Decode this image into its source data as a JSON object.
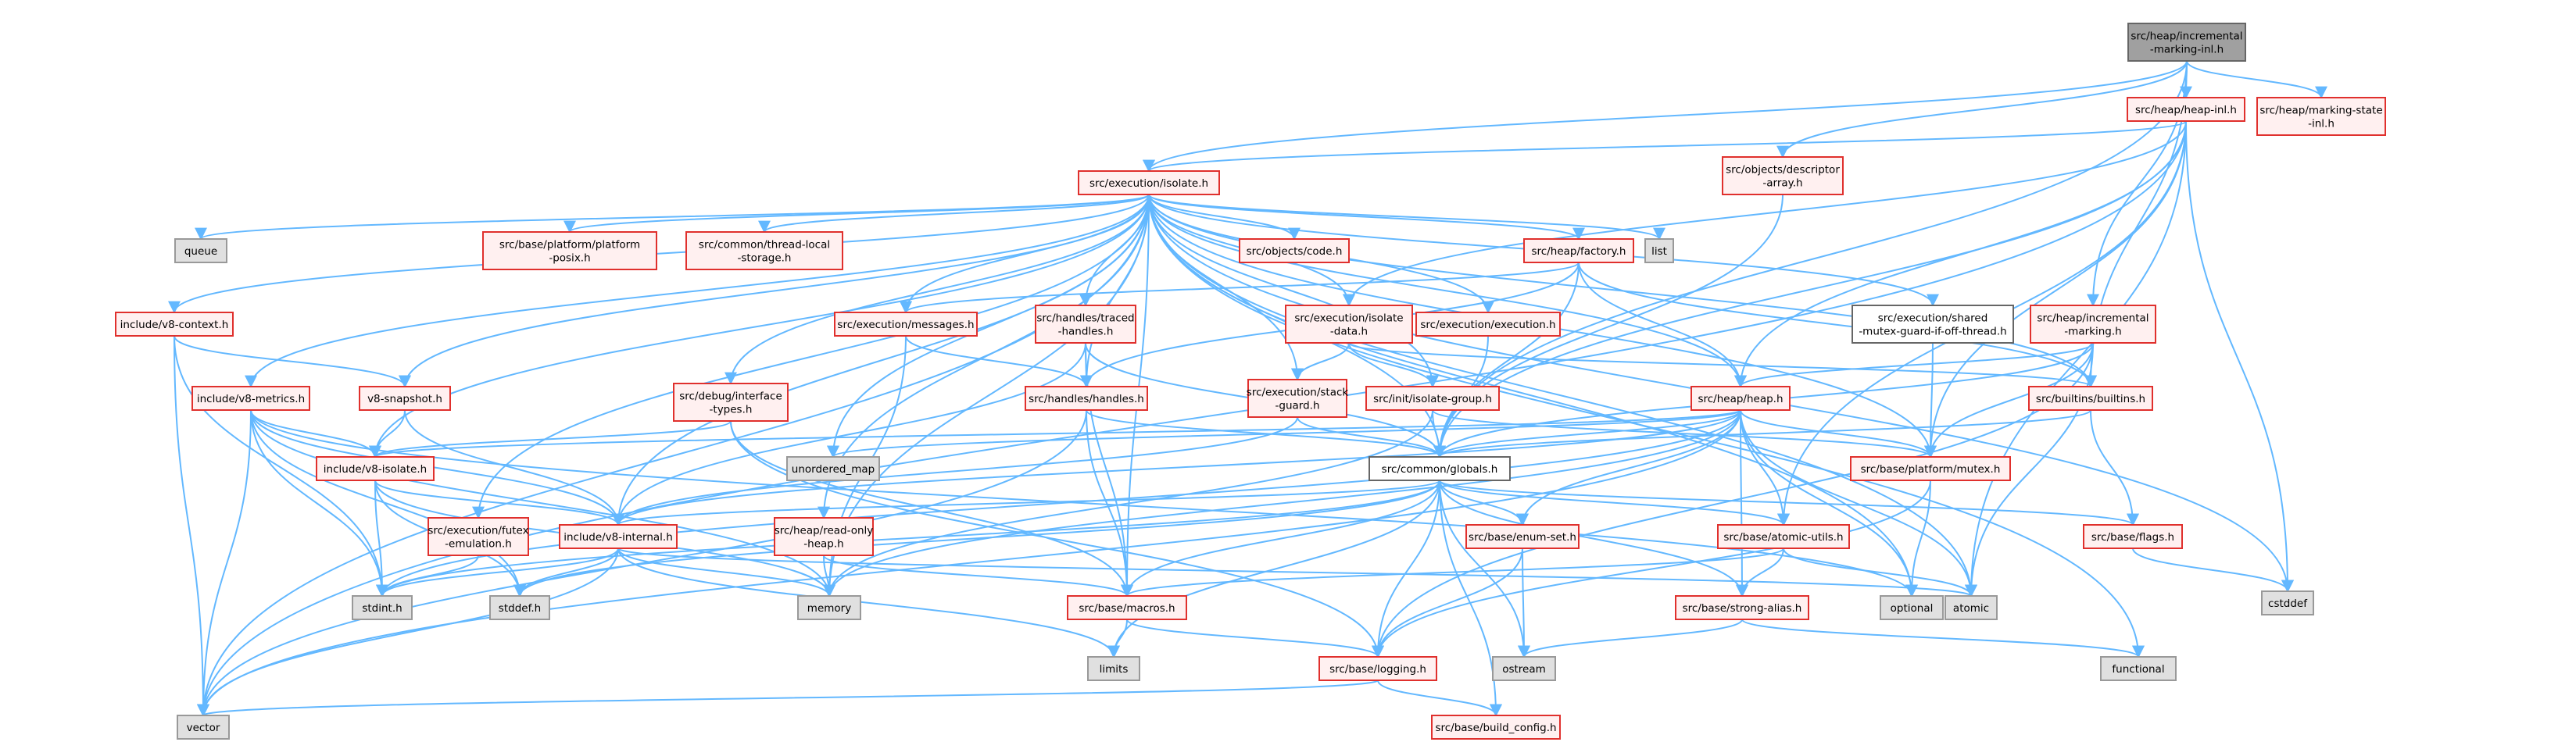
{
  "colors": {
    "edge": "#63b8ff",
    "red_border": "#e0302d",
    "red_fill": "#fff0f0",
    "gray_fill": "#e0e0e0",
    "root_fill": "#a0a0a0"
  },
  "nodes": [
    {
      "id": "root",
      "lines": [
        "src/heap/incremental",
        "-marking-inl.h"
      ],
      "style": "root"
    },
    {
      "id": "heap_inl",
      "lines": [
        "src/heap/heap-inl.h"
      ],
      "style": "red"
    },
    {
      "id": "marking_state",
      "lines": [
        "src/heap/marking-state",
        "-inl.h"
      ],
      "style": "red"
    },
    {
      "id": "descriptor_array",
      "lines": [
        "src/objects/descriptor",
        "-array.h"
      ],
      "style": "red"
    },
    {
      "id": "isolate",
      "lines": [
        "src/execution/isolate.h"
      ],
      "style": "red"
    },
    {
      "id": "queue",
      "lines": [
        "queue"
      ],
      "style": "gray"
    },
    {
      "id": "platform_posix",
      "lines": [
        "src/base/platform/platform",
        "-posix.h"
      ],
      "style": "red"
    },
    {
      "id": "thread_local",
      "lines": [
        "src/common/thread-local",
        "-storage.h"
      ],
      "style": "red"
    },
    {
      "id": "code",
      "lines": [
        "src/objects/code.h"
      ],
      "style": "red"
    },
    {
      "id": "factory",
      "lines": [
        "src/heap/factory.h"
      ],
      "style": "red"
    },
    {
      "id": "list",
      "lines": [
        "list"
      ],
      "style": "gray"
    },
    {
      "id": "v8_context",
      "lines": [
        "include/v8-context.h"
      ],
      "style": "red"
    },
    {
      "id": "v8_metrics",
      "lines": [
        "include/v8-metrics.h"
      ],
      "style": "red"
    },
    {
      "id": "v8_snapshot",
      "lines": [
        "v8-snapshot.h"
      ],
      "style": "red"
    },
    {
      "id": "debug_interface",
      "lines": [
        "src/debug/interface",
        "-types.h"
      ],
      "style": "red"
    },
    {
      "id": "messages",
      "lines": [
        "src/execution/messages.h"
      ],
      "style": "red"
    },
    {
      "id": "traced_handles",
      "lines": [
        "src/handles/traced",
        "-handles.h"
      ],
      "style": "red"
    },
    {
      "id": "isolate_data",
      "lines": [
        "src/execution/isolate",
        "-data.h"
      ],
      "style": "red"
    },
    {
      "id": "execution",
      "lines": [
        "src/execution/execution.h"
      ],
      "style": "red"
    },
    {
      "id": "shared_mutex",
      "lines": [
        "src/execution/shared",
        "-mutex-guard-if-off-thread.h"
      ],
      "style": "white"
    },
    {
      "id": "incremental_marking",
      "lines": [
        "src/heap/incremental",
        "-marking.h"
      ],
      "style": "red"
    },
    {
      "id": "handles",
      "lines": [
        "src/handles/handles.h"
      ],
      "style": "red"
    },
    {
      "id": "stack_guard",
      "lines": [
        "src/execution/stack",
        "-guard.h"
      ],
      "style": "red"
    },
    {
      "id": "isolate_group",
      "lines": [
        "src/init/isolate-group.h"
      ],
      "style": "red"
    },
    {
      "id": "heap",
      "lines": [
        "src/heap/heap.h"
      ],
      "style": "red"
    },
    {
      "id": "builtins",
      "lines": [
        "src/builtins/builtins.h"
      ],
      "style": "red"
    },
    {
      "id": "v8_isolate",
      "lines": [
        "include/v8-isolate.h"
      ],
      "style": "red"
    },
    {
      "id": "unordered_map",
      "lines": [
        "unordered_map"
      ],
      "style": "gray"
    },
    {
      "id": "globals",
      "lines": [
        "src/common/globals.h"
      ],
      "style": "white"
    },
    {
      "id": "mutex",
      "lines": [
        "src/base/platform/mutex.h"
      ],
      "style": "red"
    },
    {
      "id": "futex",
      "lines": [
        "src/execution/futex",
        "-emulation.h"
      ],
      "style": "red"
    },
    {
      "id": "v8_internal",
      "lines": [
        "include/v8-internal.h"
      ],
      "style": "red"
    },
    {
      "id": "read_only_heap",
      "lines": [
        "src/heap/read-only",
        "-heap.h"
      ],
      "style": "red"
    },
    {
      "id": "enum_set",
      "lines": [
        "src/base/enum-set.h"
      ],
      "style": "red"
    },
    {
      "id": "atomic_utils",
      "lines": [
        "src/base/atomic-utils.h"
      ],
      "style": "red"
    },
    {
      "id": "flags",
      "lines": [
        "src/base/flags.h"
      ],
      "style": "red"
    },
    {
      "id": "stdint",
      "lines": [
        "stdint.h"
      ],
      "style": "gray"
    },
    {
      "id": "stddef",
      "lines": [
        "stddef.h"
      ],
      "style": "gray"
    },
    {
      "id": "memory",
      "lines": [
        "memory"
      ],
      "style": "gray"
    },
    {
      "id": "macros",
      "lines": [
        "src/base/macros.h"
      ],
      "style": "red"
    },
    {
      "id": "optional",
      "lines": [
        "optional"
      ],
      "style": "gray"
    },
    {
      "id": "atomic",
      "lines": [
        "atomic"
      ],
      "style": "gray"
    },
    {
      "id": "cstddef",
      "lines": [
        "cstddef"
      ],
      "style": "gray"
    },
    {
      "id": "strong_alias",
      "lines": [
        "src/base/strong-alias.h"
      ],
      "style": "red"
    },
    {
      "id": "limits",
      "lines": [
        "limits"
      ],
      "style": "gray"
    },
    {
      "id": "ostream",
      "lines": [
        "ostream"
      ],
      "style": "gray"
    },
    {
      "id": "logging",
      "lines": [
        "src/base/logging.h"
      ],
      "style": "red"
    },
    {
      "id": "functional",
      "lines": [
        "functional"
      ],
      "style": "gray"
    },
    {
      "id": "vector",
      "lines": [
        "vector"
      ],
      "style": "gray"
    },
    {
      "id": "build_config",
      "lines": [
        "src/base/build_config.h"
      ],
      "style": "red"
    }
  ]
}
